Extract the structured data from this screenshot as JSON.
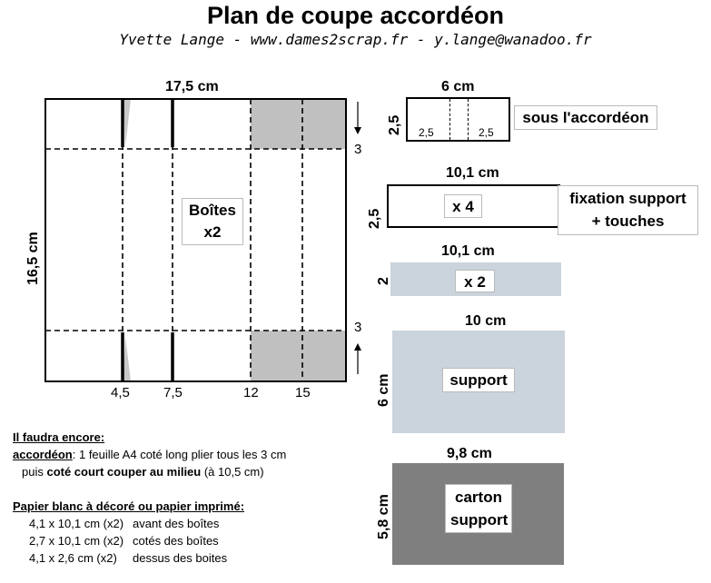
{
  "header": {
    "title": "Plan de coupe  accordéon",
    "subtitle": "Yvette Lange  -  www.dames2scrap.fr  -  y.lange@wanadoo.fr"
  },
  "main_plan": {
    "width_label": "17,5 cm",
    "height_label": "16,5 cm",
    "center_label_line1": "Boîtes",
    "center_label_line2": "x2",
    "fold_top_label": "3",
    "fold_bottom_label": "3",
    "x_ticks": [
      "4,5",
      "7,5",
      "12",
      "15"
    ],
    "shade_color": "#c0c0c0"
  },
  "pieces": [
    {
      "id": "sous-accordeon",
      "width_label": "6 cm",
      "height_label": "2,5",
      "inner_left": "2,5",
      "inner_right": "2,5",
      "caption": "sous l'accordéon"
    },
    {
      "id": "fixation",
      "width_label": "10,1 cm",
      "height_label": "2,5",
      "center": "x 4",
      "caption_line1": "fixation support",
      "caption_line2": "+ touches"
    },
    {
      "id": "bande",
      "width_label": "10,1 cm",
      "height_label": "2",
      "center": "x 2",
      "fill": "#cbd3dc"
    },
    {
      "id": "support",
      "width_label": "10 cm",
      "height_label": "6 cm",
      "center": "support",
      "fill": "#cbd3dc"
    },
    {
      "id": "carton",
      "width_label": "9,8 cm",
      "height_label": "5,8 cm",
      "center_line1": "carton",
      "center_line2": "support",
      "fill": "#7f7f7f"
    }
  ],
  "notes": {
    "heading1": "Il faudra encore:",
    "line1_label": "accordéon",
    "line1_text": ":  1 feuille A4 coté long plier tous les 3 cm",
    "line2_pre": "puis ",
    "line2_bold": "coté court couper au milieu",
    "line2_post": " (à 10,5 cm)",
    "heading2": "Papier blanc à décoré ou papier imprimé:",
    "items": [
      {
        "size": "4,1 x 10,1 cm (x2)",
        "desc": "avant des boîtes"
      },
      {
        "size": "2,7 x 10,1 cm (x2)",
        "desc": "cotés des boîtes"
      },
      {
        "size": "4,1 x 2,6 cm (x2)",
        "desc": "dessus des boites"
      }
    ]
  }
}
